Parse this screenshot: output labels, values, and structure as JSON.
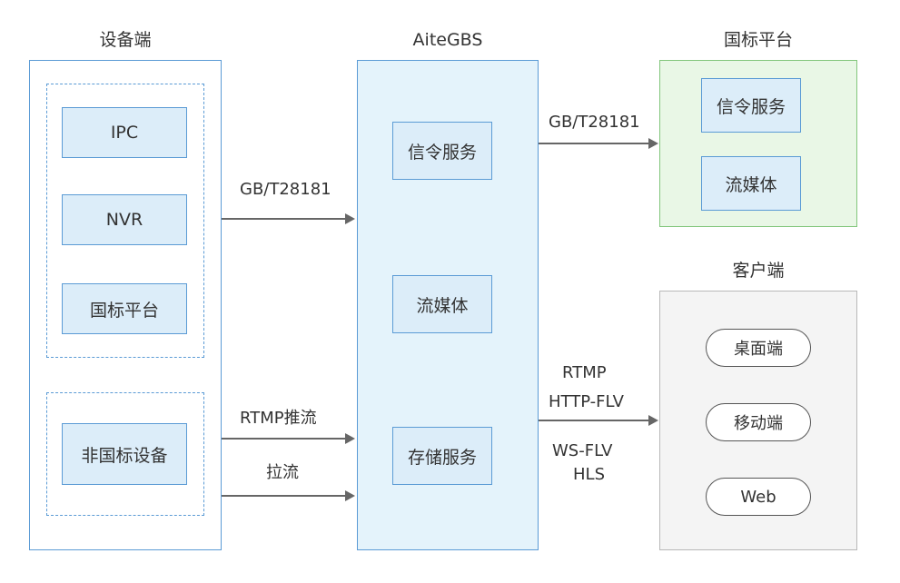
{
  "titles": {
    "device_side": "设备端",
    "core": "AiteGBS",
    "national_platform": "国标平台",
    "client_side": "客户端"
  },
  "device": {
    "gb_devices": [
      "IPC",
      "NVR",
      "国标平台"
    ],
    "non_gb_device": "非国标设备"
  },
  "core": {
    "services": [
      "信令服务",
      "流媒体",
      "存储服务"
    ]
  },
  "national_platform": {
    "services": [
      "信令服务",
      "流媒体"
    ]
  },
  "client": {
    "items": [
      "桌面端",
      "移动端",
      "Web"
    ]
  },
  "connections": {
    "device_to_core_gb": "GB/T28181",
    "device_to_core_push": "RTMP推流",
    "device_to_core_pull": "拉流",
    "core_to_platform": "GB/T28181",
    "core_to_client": [
      "RTMP",
      "HTTP-FLV",
      "WS-FLV",
      "HLS"
    ]
  },
  "colors": {
    "blue_border": "#5b9bd5",
    "core_fill": "#e4f3fb",
    "box_fill": "#dcedf9",
    "green_border": "#82c67c",
    "green_fill": "#e9f7e6",
    "gray_border": "#b8b8b8",
    "gray_fill": "#f4f4f4",
    "arrow": "#666666"
  }
}
